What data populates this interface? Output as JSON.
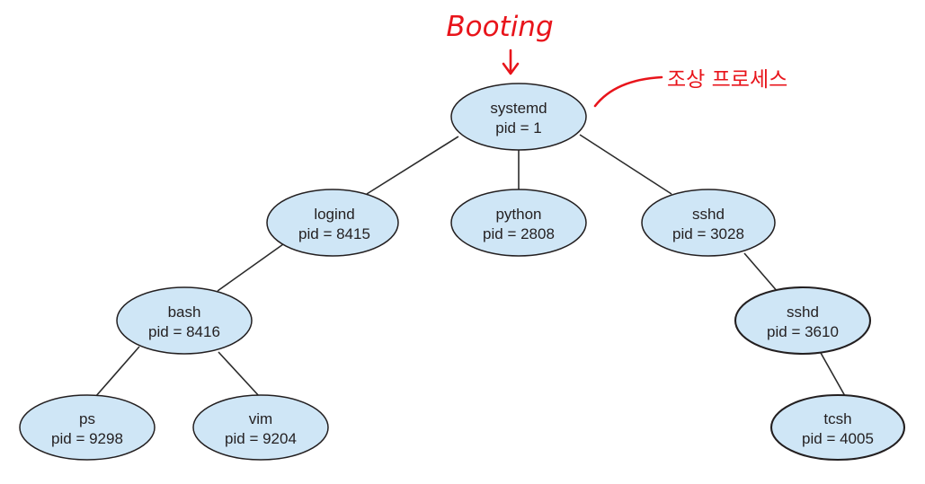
{
  "annotations": {
    "booting": "Booting",
    "ancestor": "조상 프로세스"
  },
  "colors": {
    "node_fill": "#cfe6f6",
    "node_stroke": "#231f20",
    "annotation": "#e8141b"
  },
  "nodes": [
    {
      "name": "systemd",
      "pid": "pid = 1"
    },
    {
      "name": "logind",
      "pid": "pid = 8415"
    },
    {
      "name": "python",
      "pid": "pid = 2808"
    },
    {
      "name": "sshd",
      "pid": "pid = 3028"
    },
    {
      "name": "bash",
      "pid": "pid = 8416"
    },
    {
      "name": "sshd",
      "pid": "pid = 3610"
    },
    {
      "name": "ps",
      "pid": "pid = 9298"
    },
    {
      "name": "vim",
      "pid": "pid = 9204"
    },
    {
      "name": "tcsh",
      "pid": "pid = 4005"
    }
  ]
}
